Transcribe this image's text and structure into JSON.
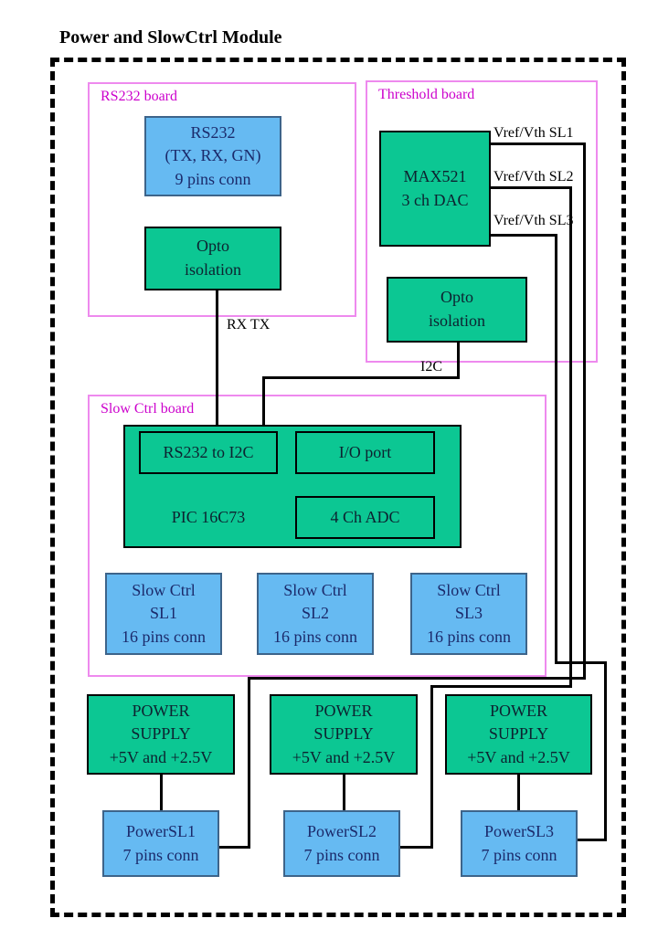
{
  "title": "Power and SlowCtrl Module",
  "colors": {
    "green": "#0cc793",
    "blue": "#66baf2",
    "board_border": "#ee8aee",
    "board_label": "#cc00cc",
    "wire": "#000000",
    "blue_text": "#1b2a6b",
    "green_text": "#0d2230",
    "blue_border": "#3d648a",
    "box_border": "#000000",
    "title_color": "#000000"
  },
  "boards": {
    "rs232": {
      "label": "RS232 board"
    },
    "threshold": {
      "label": "Threshold board"
    },
    "slowctrl": {
      "label": "Slow Ctrl board"
    }
  },
  "boxes": {
    "rs232_conn": {
      "lines": [
        "RS232",
        "(TX, RX, GN)",
        "9 pins conn"
      ]
    },
    "rs232_opto": {
      "lines": [
        "Opto",
        "isolation"
      ]
    },
    "max521": {
      "lines": [
        "MAX521",
        "3 ch DAC"
      ]
    },
    "th_opto": {
      "lines": [
        "Opto",
        "isolation"
      ]
    },
    "rs232_to_i2c": {
      "label": "RS232 to I2C"
    },
    "io_port": {
      "label": "I/O port"
    },
    "pic": {
      "label": "PIC 16C73"
    },
    "adc": {
      "label": "4 Ch ADC"
    },
    "slowctrl_sl1": {
      "lines": [
        "Slow Ctrl",
        "SL1",
        "16 pins conn"
      ]
    },
    "slowctrl_sl2": {
      "lines": [
        "Slow Ctrl",
        "SL2",
        "16 pins conn"
      ]
    },
    "slowctrl_sl3": {
      "lines": [
        "Slow Ctrl",
        "SL3",
        "16 pins conn"
      ]
    },
    "ps1": {
      "lines": [
        "POWER",
        "SUPPLY",
        "+5V and +2.5V"
      ]
    },
    "ps2": {
      "lines": [
        "POWER",
        "SUPPLY",
        "+5V and +2.5V"
      ]
    },
    "ps3": {
      "lines": [
        "POWER",
        "SUPPLY",
        "+5V and +2.5V"
      ]
    },
    "power_sl1": {
      "lines": [
        "PowerSL1",
        "7 pins conn"
      ]
    },
    "power_sl2": {
      "lines": [
        "PowerSL2",
        "7 pins conn"
      ]
    },
    "power_sl3": {
      "lines": [
        "PowerSL3",
        "7 pins conn"
      ]
    }
  },
  "wire_labels": {
    "rx_tx": "RX TX",
    "i2c": "I2C",
    "vref_sl1": "Vref/Vth SL1",
    "vref_sl2": "Vref/Vth SL2",
    "vref_sl3": "Vref/Vth SL3"
  }
}
